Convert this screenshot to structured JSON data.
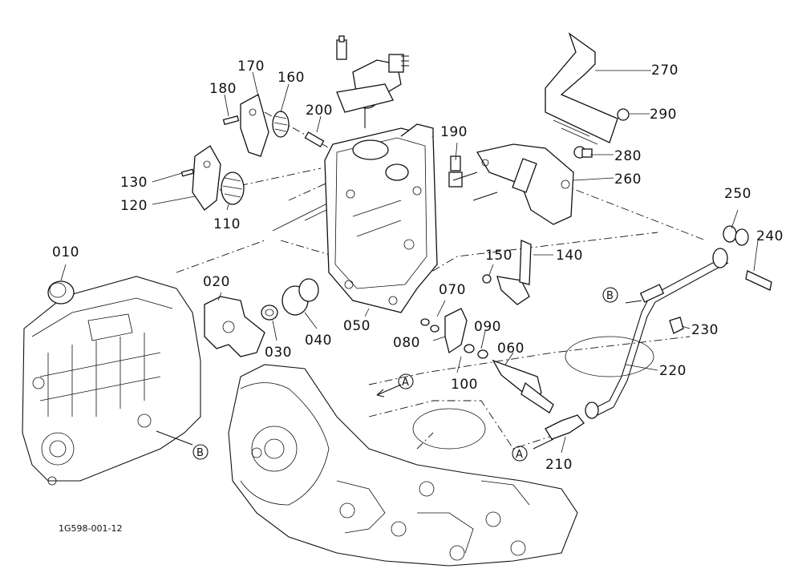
{
  "drawing_code": "1G598-001-12",
  "parts": [
    "010",
    "020",
    "030",
    "040",
    "050",
    "060",
    "070",
    "080",
    "090",
    "100",
    "110",
    "120",
    "130",
    "140",
    "150",
    "160",
    "170",
    "180",
    "190",
    "200",
    "210",
    "220",
    "230",
    "240",
    "250",
    "260",
    "270",
    "280",
    "290"
  ],
  "ref_markers": [
    "A",
    "A",
    "B",
    "B"
  ]
}
